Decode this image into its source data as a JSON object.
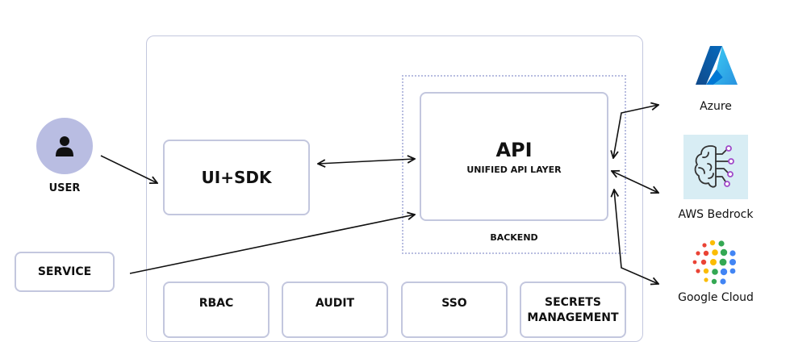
{
  "user": {
    "label": "USER"
  },
  "service": {
    "label": "SERVICE"
  },
  "ui_sdk": {
    "label": "UI+SDK"
  },
  "api": {
    "title": "API",
    "subtitle": "UNIFIED API LAYER"
  },
  "backend": {
    "label": "BACKEND"
  },
  "modules": [
    {
      "label": "RBAC"
    },
    {
      "label": "AUDIT"
    },
    {
      "label": "SSO"
    },
    {
      "label_line1": "SECRETS",
      "label_line2": "MANAGEMENT"
    }
  ],
  "providers": [
    {
      "label": "Azure",
      "icon": "azure-logo-icon"
    },
    {
      "label": "AWS Bedrock",
      "icon": "aws-bedrock-logo-icon"
    },
    {
      "label": "Google Cloud",
      "icon": "google-cloud-logo-icon"
    }
  ],
  "colors": {
    "box_border": "#c3c7de",
    "backend_border": "#b8bde0",
    "avatar": "#b9bde2",
    "azure": "#1f6fd6",
    "aws_bg": "#d8edf4"
  }
}
